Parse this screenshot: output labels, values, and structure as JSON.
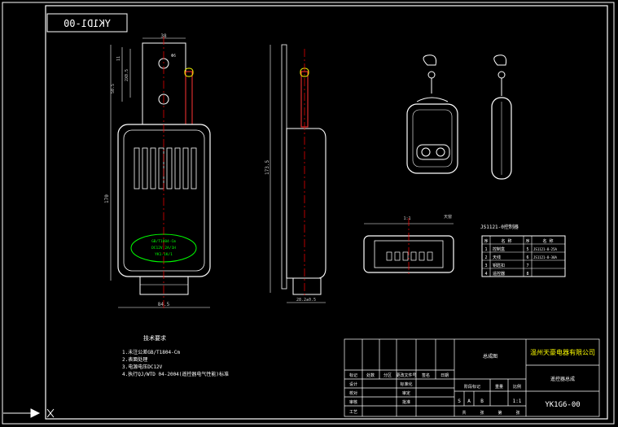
{
  "drawing": {
    "mirrored_code": "YK1D1-00",
    "front_view": {
      "dim_top": "38",
      "dim_side_a": "11",
      "dim_side_b": "2X0.5",
      "dim_side_c": "50.5",
      "dim_height": "170",
      "dim_bottom": "84.5",
      "hole_label": "Φ6",
      "label_line1": "GB/T1804-Cm",
      "label_line2": "DC12V 2A/1H",
      "label_line3": "YK1-1K/1"
    },
    "side_view": {
      "dim_height": "173.5",
      "dim_bottom": "28.2±0.5"
    },
    "top_view": {
      "label_left": "1:1",
      "label_right": "天窗"
    },
    "parts_table": {
      "title": "JS1121-0控制器",
      "headers": [
        "序",
        "名 称",
        "序",
        "名 称"
      ],
      "rows": [
        [
          "1",
          "控制盒",
          "5",
          "JS1121-8-25A"
        ],
        [
          "2",
          "天线",
          "6",
          "JS1121-8-30A"
        ],
        [
          "3",
          "钥匙扣",
          "7",
          ""
        ],
        [
          "4",
          "遥控器",
          "8",
          ""
        ]
      ]
    },
    "notes": {
      "title": "技术要求",
      "items": [
        "1.未注公差GB/T1804-Cm",
        "2.表面处理",
        "3.电源电压DC12V",
        "4.执行QJ/WTD 04-2004(遥控器电气性能)标准"
      ]
    },
    "title_block": {
      "assembly": "总成图",
      "company": "温州天豪电器有限公司",
      "product": "遥控器总成",
      "code": "YK1G6-00",
      "scale": "1:1",
      "stage_labels": [
        "S",
        "A",
        "B"
      ],
      "col_labels": [
        "标记",
        "处数",
        "分区",
        "更改文件号",
        "签名",
        "日期"
      ],
      "row_labels": [
        "设计",
        "校对",
        "审核",
        "工艺"
      ],
      "mid_labels": [
        "标准化",
        "审定",
        "批准"
      ],
      "right_labels": [
        "阶段标记",
        "重量",
        "比例"
      ],
      "sheet_labels": [
        "共",
        "张",
        "第",
        "张"
      ]
    }
  }
}
